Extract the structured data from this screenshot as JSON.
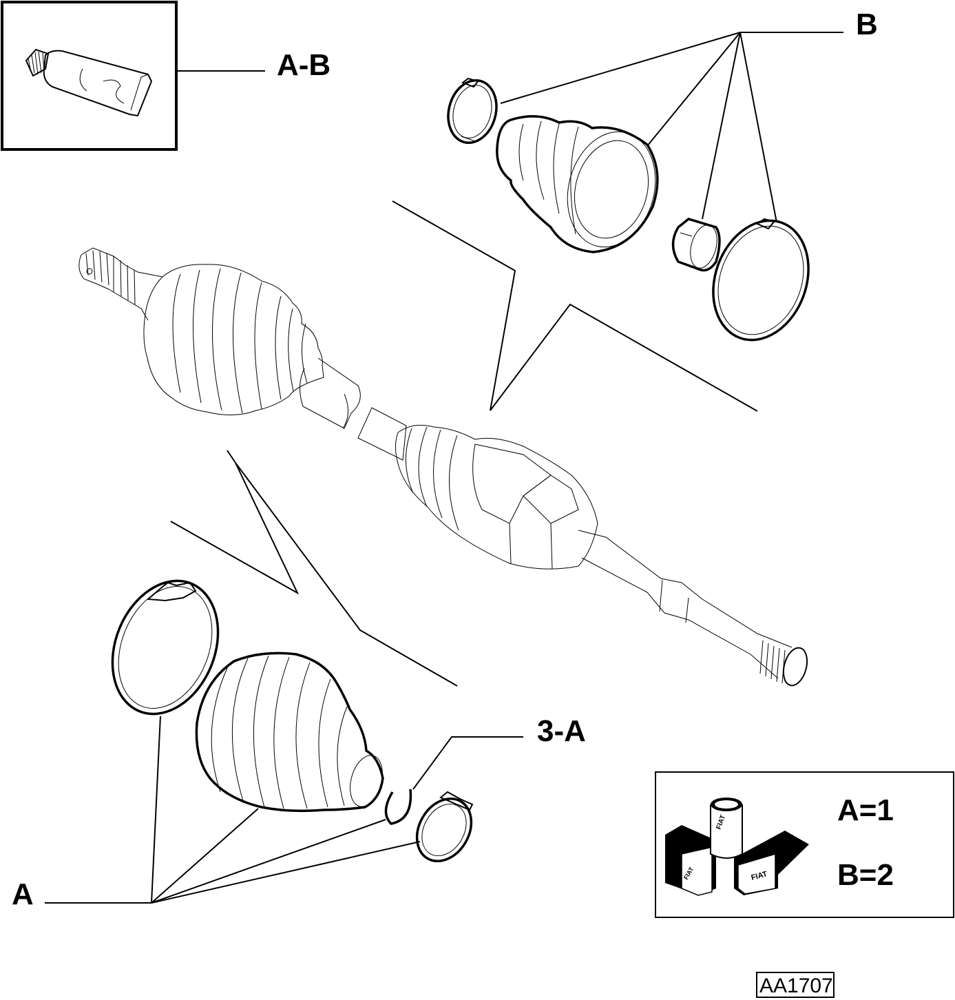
{
  "labels": {
    "grease_ref": "A-B",
    "kit_b": "B",
    "kit_a": "A",
    "circlip_ref": "3-A"
  },
  "legend": {
    "line1": "A=1",
    "line2": "B=2",
    "brand_mark": "FIAT"
  },
  "figure_code": "AA1707",
  "colors": {
    "line": "#000000",
    "background": "#ffffff"
  }
}
